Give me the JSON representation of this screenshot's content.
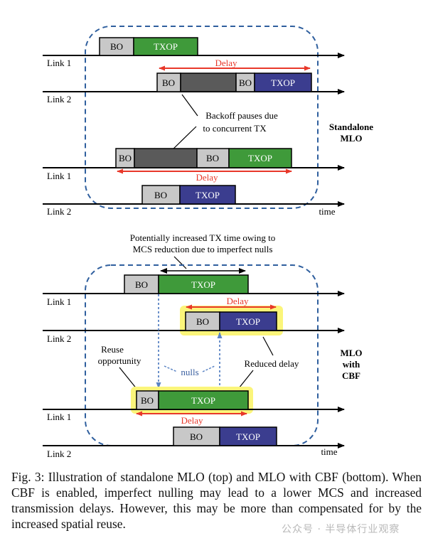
{
  "labels": {
    "bo": "BO",
    "txop": "TXOP",
    "delay": "Delay",
    "link1": "Link 1",
    "link2": "Link 2",
    "time": "time"
  },
  "top": {
    "mode_line1": "Standalone",
    "mode_line2": "MLO",
    "note_line1": "Backoff pauses due",
    "note_line2": "to concurrent TX"
  },
  "bottom": {
    "mode_line1": "MLO",
    "mode_line2": "with",
    "mode_line3": "CBF",
    "potential_line1": "Potentially increased TX time owing to",
    "potential_line2": "MCS reduction due to imperfect nulls",
    "reuse_line1": "Reuse",
    "reuse_line2": "opportunity",
    "nulls": "nulls",
    "reduced_delay": "Reduced delay"
  },
  "caption": "Fig. 3: Illustration of standalone MLO (top) and MLO with CBF (bottom). When CBF is enabled, imperfect nulling may lead to a lower MCS and increased transmission delays. However, this may be more than compensated for by the increased spatial reuse.",
  "watermark": "公众号 · 半导体行业观察",
  "colors": {
    "bo": "#c8c8c8",
    "txop_link1": "#3f9a3a",
    "txop_link2": "#3b3d8f",
    "paused": "#5a5a5a",
    "delay": "#e8382a",
    "highlight": "#fbf57a",
    "dashed_box": "#2f5f9e",
    "nulls_arrow": "#5b84c4"
  }
}
